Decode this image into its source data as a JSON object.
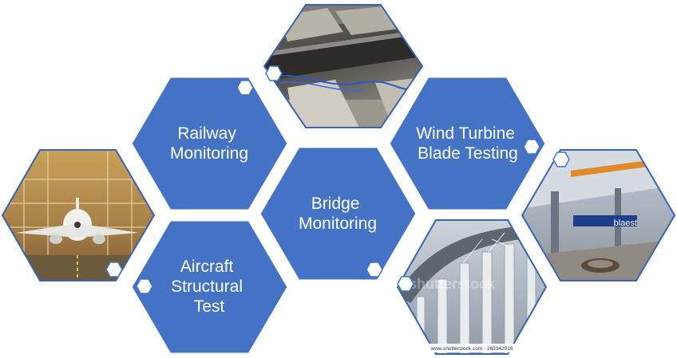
{
  "colors": {
    "hex_fill": "#4472c4",
    "hex_border": "#4472c4",
    "photo_border": "#3a64b0",
    "dot_fill": "#ffffff"
  },
  "topics": {
    "railway": [
      "Railway",
      "Monitoring"
    ],
    "bridge": [
      "Bridge",
      "Monitoring"
    ],
    "wind": [
      "Wind Turbine",
      "Blade Testing"
    ],
    "aircraft": [
      "Aircraft",
      "Structural",
      "Test"
    ]
  },
  "photos": {
    "railway_photo": {
      "icon": "railway-track-photo"
    },
    "aircraft_photo": {
      "icon": "aircraft-test-rig-photo"
    },
    "bridge_photo": {
      "icon": "bridge-pillars-photo",
      "watermark_ghost": "shutterstock",
      "watermark": "www.shutterstock.com · 265342016"
    },
    "wind_photo": {
      "icon": "blade-test-hall-photo",
      "sign_text": "blaest"
    }
  }
}
